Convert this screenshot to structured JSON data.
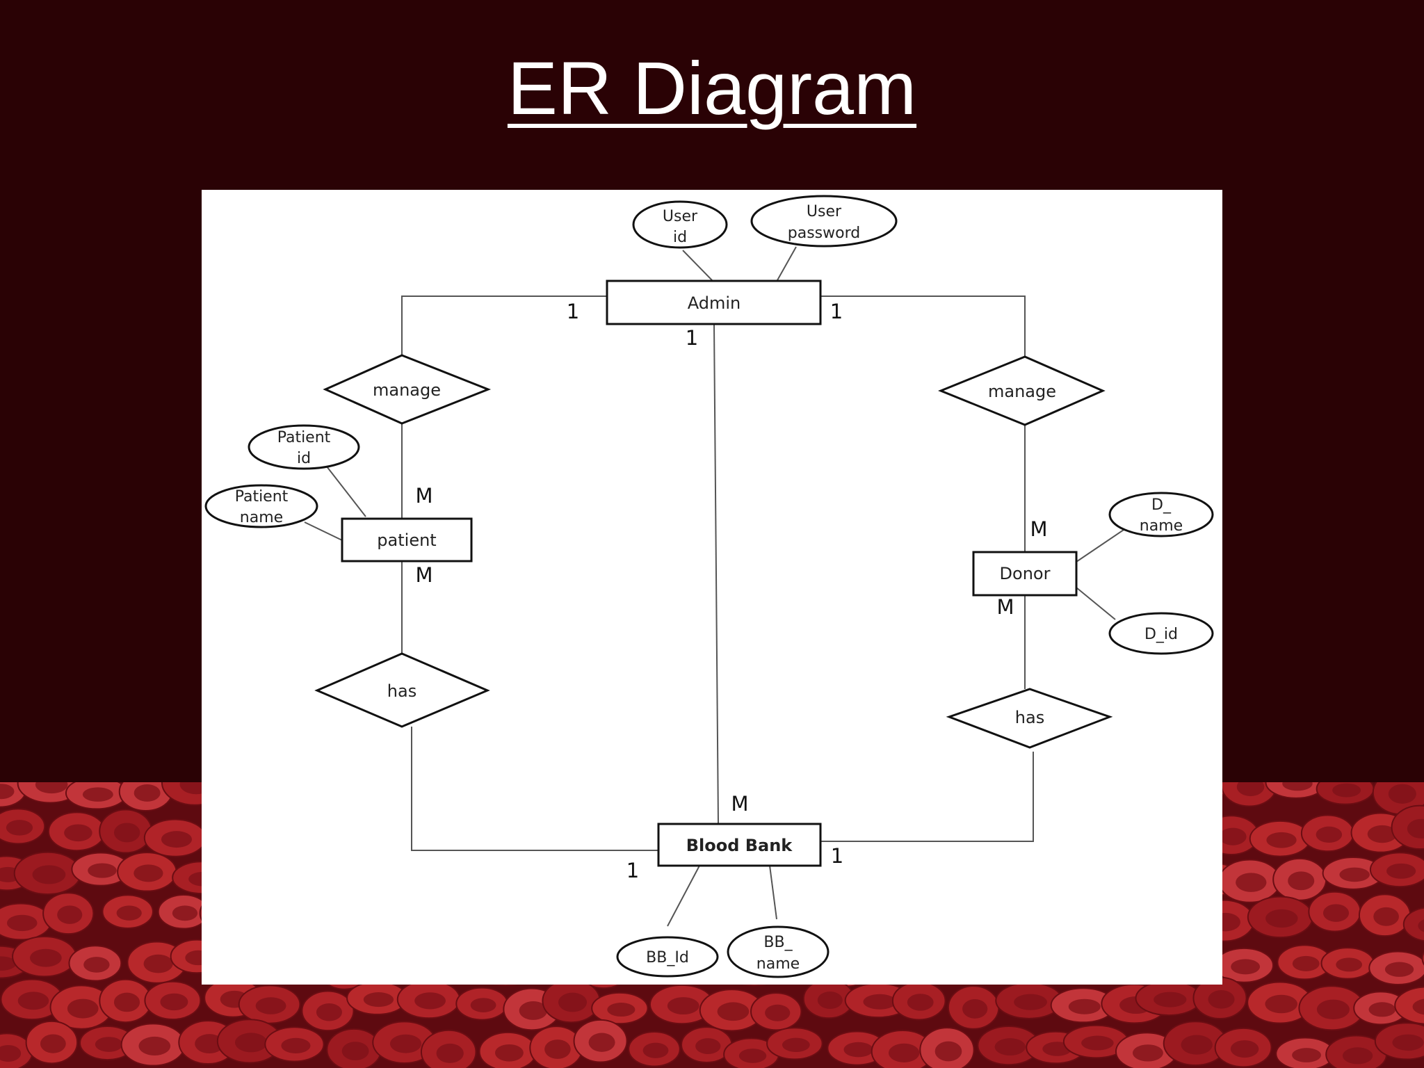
{
  "slide": {
    "title": "ER Diagram"
  },
  "colors": {
    "background": "#2a0205",
    "cells": "#b8282b",
    "panel": "#ffffff",
    "ink": "#111111"
  },
  "diagram": {
    "entities": {
      "admin": "Admin",
      "patient": "patient",
      "donor": "Donor",
      "blood_bank": "Blood Bank"
    },
    "relationships": {
      "manage_patient": "manage",
      "manage_donor": "manage",
      "has_patient": "has",
      "has_donor": "has"
    },
    "attributes": {
      "user_id": [
        "User",
        "id"
      ],
      "user_password": [
        "User",
        "password"
      ],
      "patient_id": [
        "Patient",
        "id"
      ],
      "patient_name": [
        "Patient",
        "name"
      ],
      "d_name": [
        "D_",
        "name"
      ],
      "d_id": [
        "D_id"
      ],
      "bb_id": [
        "BB_Id"
      ],
      "bb_name": [
        "BB_",
        "name"
      ]
    },
    "cardinalities": {
      "admin_left": "1",
      "admin_right": "1",
      "admin_bottom": "1",
      "patient_top": "M",
      "patient_bottom": "M",
      "donor_top": "M",
      "donor_bottom": "M",
      "bloodbank_top": "M",
      "bloodbank_left": "1",
      "bloodbank_right": "1"
    }
  }
}
